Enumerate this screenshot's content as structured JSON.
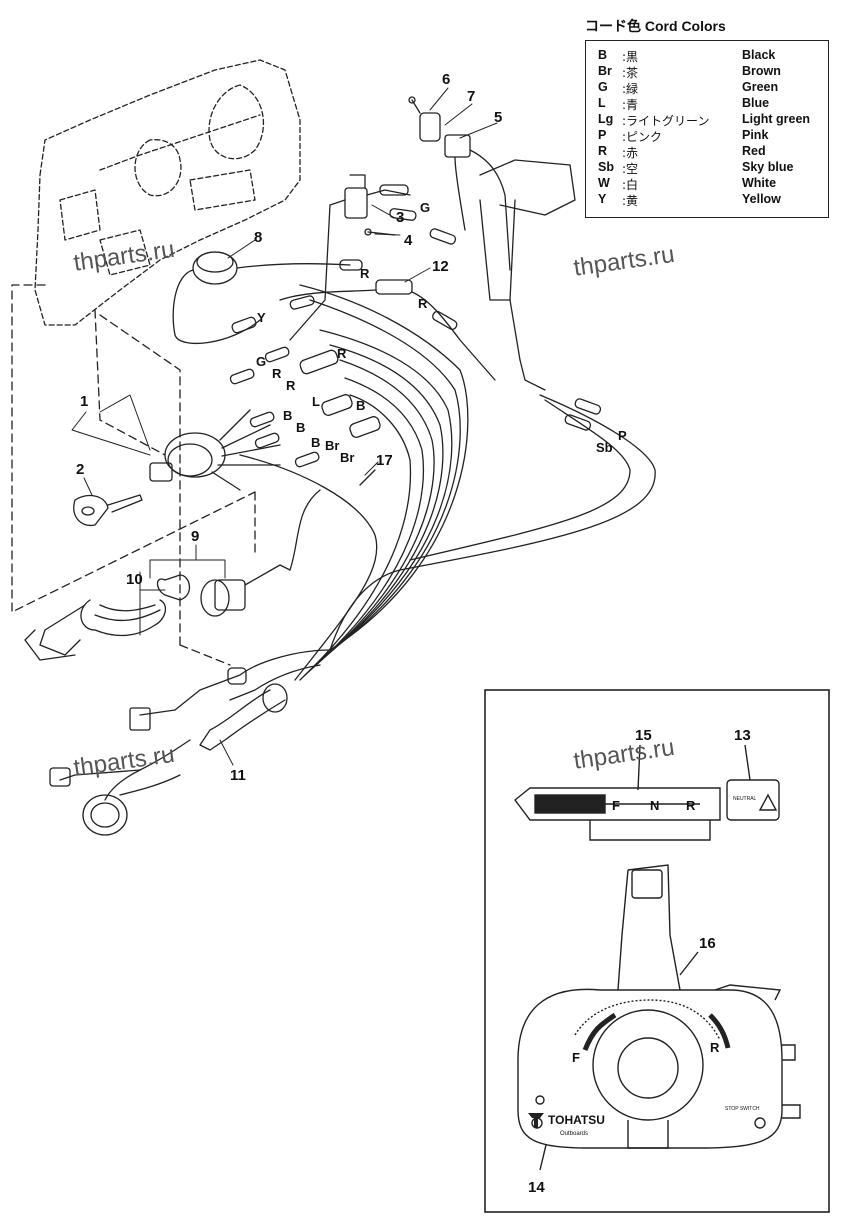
{
  "legend": {
    "title": "コード色 Cord Colors",
    "rows": [
      {
        "code": "B",
        "jp": ":黒",
        "en": "Black"
      },
      {
        "code": "Br",
        "jp": ":茶",
        "en": "Brown"
      },
      {
        "code": "G",
        "jp": ":緑",
        "en": "Green"
      },
      {
        "code": "L",
        "jp": ":青",
        "en": "Blue"
      },
      {
        "code": "Lg",
        "jp": ":ライトグリーン",
        "en": "Light green"
      },
      {
        "code": "P",
        "jp": ":ピンク",
        "en": "Pink"
      },
      {
        "code": "R",
        "jp": ":赤",
        "en": "Red"
      },
      {
        "code": "Sb",
        "jp": ":空",
        "en": "Sky blue"
      },
      {
        "code": "W",
        "jp": ":白",
        "en": "White"
      },
      {
        "code": "Y",
        "jp": ":黄",
        "en": "Yellow"
      }
    ]
  },
  "watermark": "thparts.ru",
  "part_numbers": [
    "1",
    "2",
    "3",
    "4",
    "5",
    "6",
    "7",
    "8",
    "9",
    "10",
    "11",
    "12",
    "13",
    "14",
    "15",
    "16",
    "17"
  ],
  "wire_labels": {
    "g_upper": "G",
    "r_upper": "R",
    "y": "Y",
    "r_12": "R",
    "g_mid": "G",
    "r_mid1": "R",
    "r_mid2": "R",
    "r_mid3": "R",
    "l": "L",
    "b1": "B",
    "b2": "B",
    "b3": "B",
    "b4": "B",
    "br1": "Br",
    "br2": "Br",
    "p": "P",
    "sb": "Sb"
  },
  "inset": {
    "gear_f": "F",
    "gear_n": "N",
    "gear_r": "R",
    "lever_f": "F",
    "lever_r": "R",
    "brand": "TOHATSU",
    "brand_sub": "Outboards",
    "switch_text": "NEUTRAL",
    "stop_switch": "STOP SWITCH"
  }
}
